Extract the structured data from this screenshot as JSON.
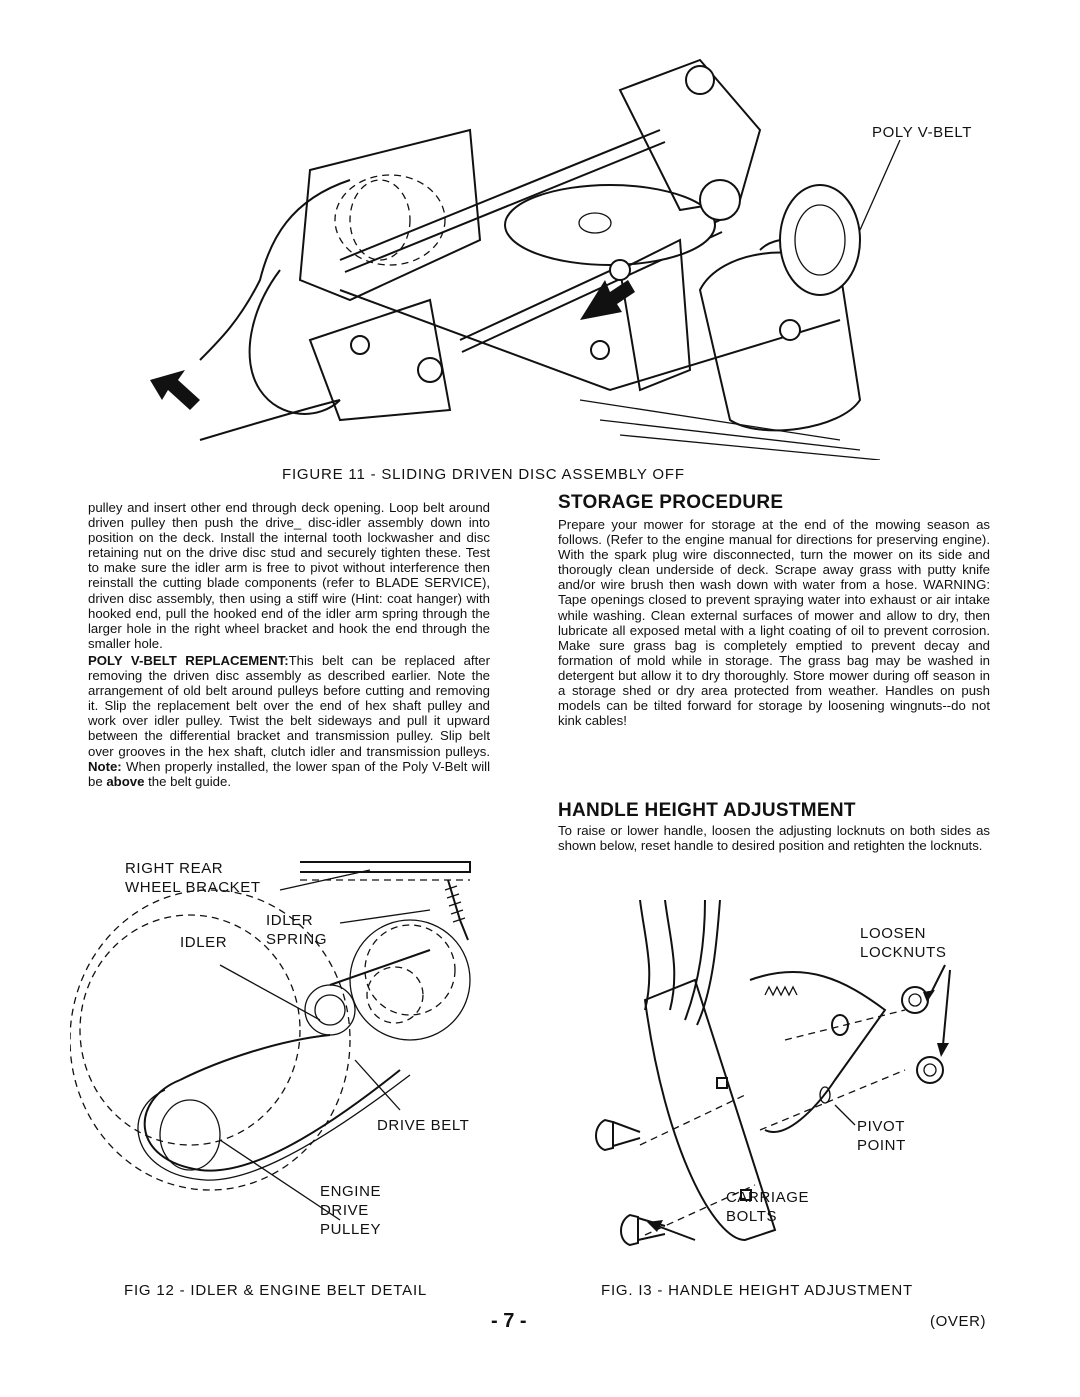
{
  "figure11": {
    "callout_poly_vbelt": "POLY V-BELT",
    "caption": "FIGURE 11 - SLIDING DRIVEN DISC ASSEMBLY OFF"
  },
  "left_column": {
    "para1": "pulley and insert other end through deck opening. Loop belt around driven pulley then push the drive_ disc-idler assembly down into position on the deck. Install the internal tooth lockwasher and disc retaining nut on the drive disc stud and securely tighten these. Test to make sure the idler arm is free to pivot without interference then reinstall the cutting blade components (refer to BLADE SERVICE), driven disc assembly, then using a stiff wire (Hint: coat hanger) with hooked end, pull the hooked end of the idler arm spring through the larger hole in the right wheel bracket and hook the end through the smaller hole.",
    "para2_lead": "POLY V-BELT REPLACEMENT:",
    "para2_body": "This belt can be replaced after removing the driven disc assembly as described earlier. Note the arrangement of old belt around pulleys before cutting and removing it. Slip the replacement belt over the end of hex shaft pulley and work over idler pulley. Twist the belt sideways and pull it upward between the differential bracket and transmission pulley. Slip belt over grooves in the hex shaft, clutch idler and transmission pulleys.",
    "para2_note_label": "Note:",
    "para2_note_body": " When properly installed, the lower span of the Poly V-Belt will be ",
    "para2_note_bold": "above",
    "para2_note_end": " the belt guide."
  },
  "storage": {
    "heading": "STORAGE PROCEDURE",
    "body": "Prepare your mower for storage at the end of the mowing season as follows. (Refer to the engine manual for directions for preserving engine). With the spark plug wire disconnected, turn the mower on its side and thorougly clean underside of deck. Scrape away grass with putty knife and/or wire brush then wash down with water from a hose. WARNING: Tape openings closed to prevent spraying water into exhaust or air intake while washing. Clean external surfaces of mower and allow to dry, then lubricate all exposed metal with a light coating of oil to prevent corrosion. Make sure grass bag is completely emptied to prevent decay and formation of mold while in storage. The grass bag may be washed in detergent but allow it to dry thoroughly. Store mower during off season in a storage shed or dry area protected from weather. Handles on push models can be tilted forward for storage by loosening wingnuts--do not kink cables!"
  },
  "handle": {
    "heading": "HANDLE HEIGHT ADJUSTMENT",
    "body": "To raise or lower handle, loosen the adjusting locknuts on both sides as shown below, reset handle to desired position and retighten the locknuts."
  },
  "figure12": {
    "label_right_rear": "RIGHT REAR",
    "label_wheel_bracket": "WHEEL BRACKET",
    "label_idler_top": "IDLER",
    "label_spring": "SPRING",
    "label_idler": "IDLER",
    "label_drive_belt": "DRIVE BELT",
    "label_engine": "ENGINE",
    "label_drive": "DRIVE",
    "label_pulley": "PULLEY",
    "caption": "FIG 12 - IDLER & ENGINE BELT DETAIL"
  },
  "figure13": {
    "label_loosen": "LOOSEN",
    "label_locknuts": "LOCKNUTS",
    "label_pivot": "PIVOT",
    "label_point": "POINT",
    "label_carriage": "CARRIAGE",
    "label_bolts": "BOLTS",
    "caption": "FIG. I3 - HANDLE HEIGHT ADJUSTMENT"
  },
  "footer": {
    "page_number": "- 7 -",
    "over": "(OVER)"
  }
}
